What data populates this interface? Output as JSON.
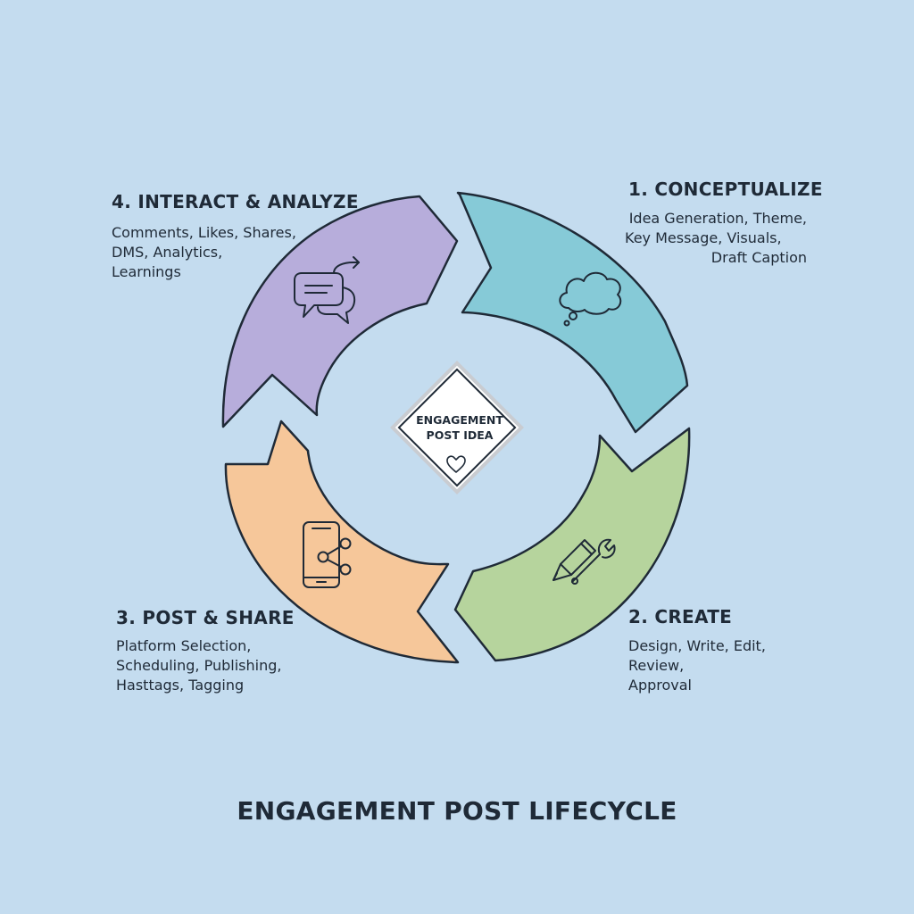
{
  "diagram": {
    "title": "ENGAGEMENT POST LIFECYCLE",
    "center": {
      "line1": "ENGAGEMENT",
      "line2": "POST IDEA",
      "icon": "heart-icon"
    },
    "colors": {
      "background": "#c4dcef",
      "conceptualize": "#86cad7",
      "create": "#b6d49d",
      "post_share": "#f6c79a",
      "interact_analyze": "#b7addb",
      "outline": "#1f2a37"
    },
    "stages": [
      {
        "id": "conceptualize",
        "title": "1. CONCEPTUALIZE",
        "lines": [
          "Idea Generation, Theme,",
          "Key Message, Visuals,",
          "Draft Caption"
        ],
        "icon": "thought-cloud-icon"
      },
      {
        "id": "create",
        "title": "2. CREATE",
        "lines": [
          "Design, Write, Edit,",
          "Review,",
          "Approval"
        ],
        "icon": "pencil-wrench-icon"
      },
      {
        "id": "post_share",
        "title": "3. POST & SHARE",
        "lines": [
          "Platform Selection,",
          "Scheduling, Publishing,",
          "Hasttags, Tagging"
        ],
        "icon": "phone-share-icon"
      },
      {
        "id": "interact_analyze",
        "title": "4. INTERACT & ANALYZE",
        "lines": [
          "Comments, Likes, Shares,",
          "DMS, Analytics,",
          "Learnings"
        ],
        "icon": "chat-bubbles-icon"
      }
    ]
  }
}
